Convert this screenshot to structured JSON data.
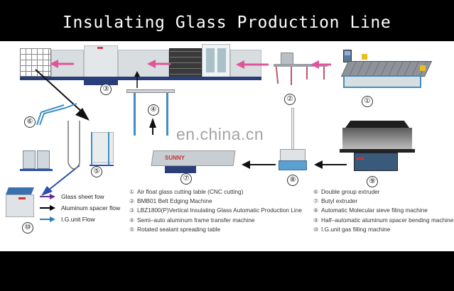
{
  "title": "Insulating Glass Production Line",
  "watermark": "en.china.cn",
  "machine_brand": "SUNNY",
  "station_numbers": [
    "①",
    "②",
    "③",
    "④",
    "⑤",
    "⑥",
    "⑦",
    "⑧",
    "⑨",
    "⑩"
  ],
  "legend": [
    {
      "label": "Glass sheet fow",
      "color": "#6a2a8c"
    },
    {
      "label": "Aluminum spacer flow",
      "color": "#000000"
    },
    {
      "label": "I.G.unit Flow",
      "color": "#2a7fc0"
    }
  ],
  "descriptions_left": [
    {
      "num": "①",
      "text": "Air float glass cutting table (CNC cutting)"
    },
    {
      "num": "②",
      "text": "BMB01 Belt Edging Machine"
    },
    {
      "num": "③",
      "text": "LBZ1800(P)Vertical Insulating Glass Automatic Production Line"
    },
    {
      "num": "④",
      "text": "Semi–auto aluminum frame transfer machine"
    },
    {
      "num": "⑤",
      "text": "Rotated sealant spreading table"
    }
  ],
  "descriptions_right": [
    {
      "num": "⑥",
      "text": "Double group extruder"
    },
    {
      "num": "⑦",
      "text": "Butyl extruder"
    },
    {
      "num": "⑧",
      "text": "Automatic Molecular sieve filing machine"
    },
    {
      "num": "⑨",
      "text": "Half–automatic aluminum spacer bending machine"
    },
    {
      "num": "⑩",
      "text": "I.G.unit gas filling machine"
    }
  ],
  "colors": {
    "glass_flow_arrow": "#e0559a",
    "spacer_flow_arrow": "#111111",
    "ig_flow_arrow": "#2a4fb0",
    "machine_frame_blue": "#3f8fc4",
    "machine_body_grey": "#d8dde0",
    "machine_base_navy": "#2a3f7a"
  }
}
